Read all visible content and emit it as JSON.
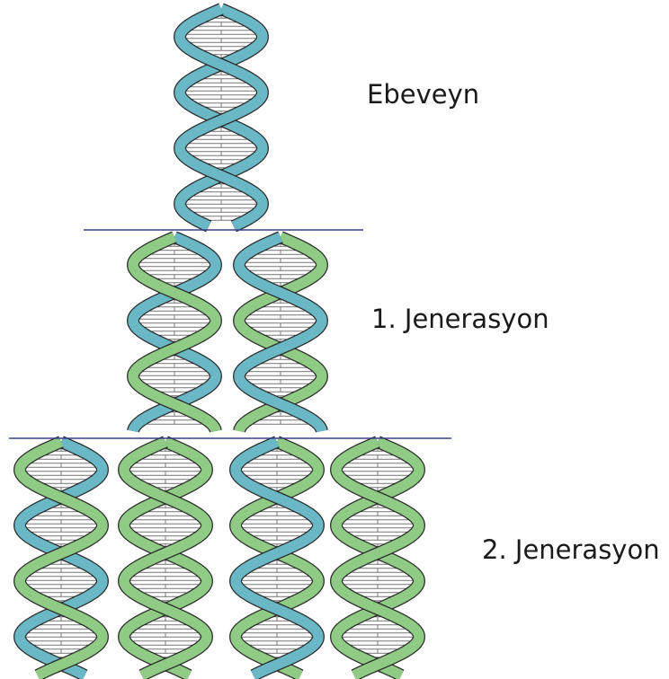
{
  "labels": {
    "parent": "Ebeveyn",
    "gen1": "1. Jenerasyon",
    "gen2": "2. Jenerasyon"
  },
  "colors": {
    "original_strand": "#6ab8c6",
    "new_strand": "#8fcb84",
    "rung": "#f4f4f4",
    "rung_fill": "#fbfbfb",
    "outline": "#2a2a2a",
    "divider": "#3b3f8c"
  },
  "helices": [
    {
      "generation": "parent",
      "strands": [
        "original",
        "original"
      ]
    },
    {
      "generation": "gen1",
      "strands": [
        "original",
        "new"
      ]
    },
    {
      "generation": "gen1",
      "strands": [
        "new",
        "original"
      ]
    },
    {
      "generation": "gen2",
      "strands": [
        "original",
        "new"
      ]
    },
    {
      "generation": "gen2",
      "strands": [
        "new",
        "new"
      ]
    },
    {
      "generation": "gen2",
      "strands": [
        "new",
        "original"
      ]
    },
    {
      "generation": "gen2",
      "strands": [
        "new",
        "new"
      ]
    }
  ]
}
